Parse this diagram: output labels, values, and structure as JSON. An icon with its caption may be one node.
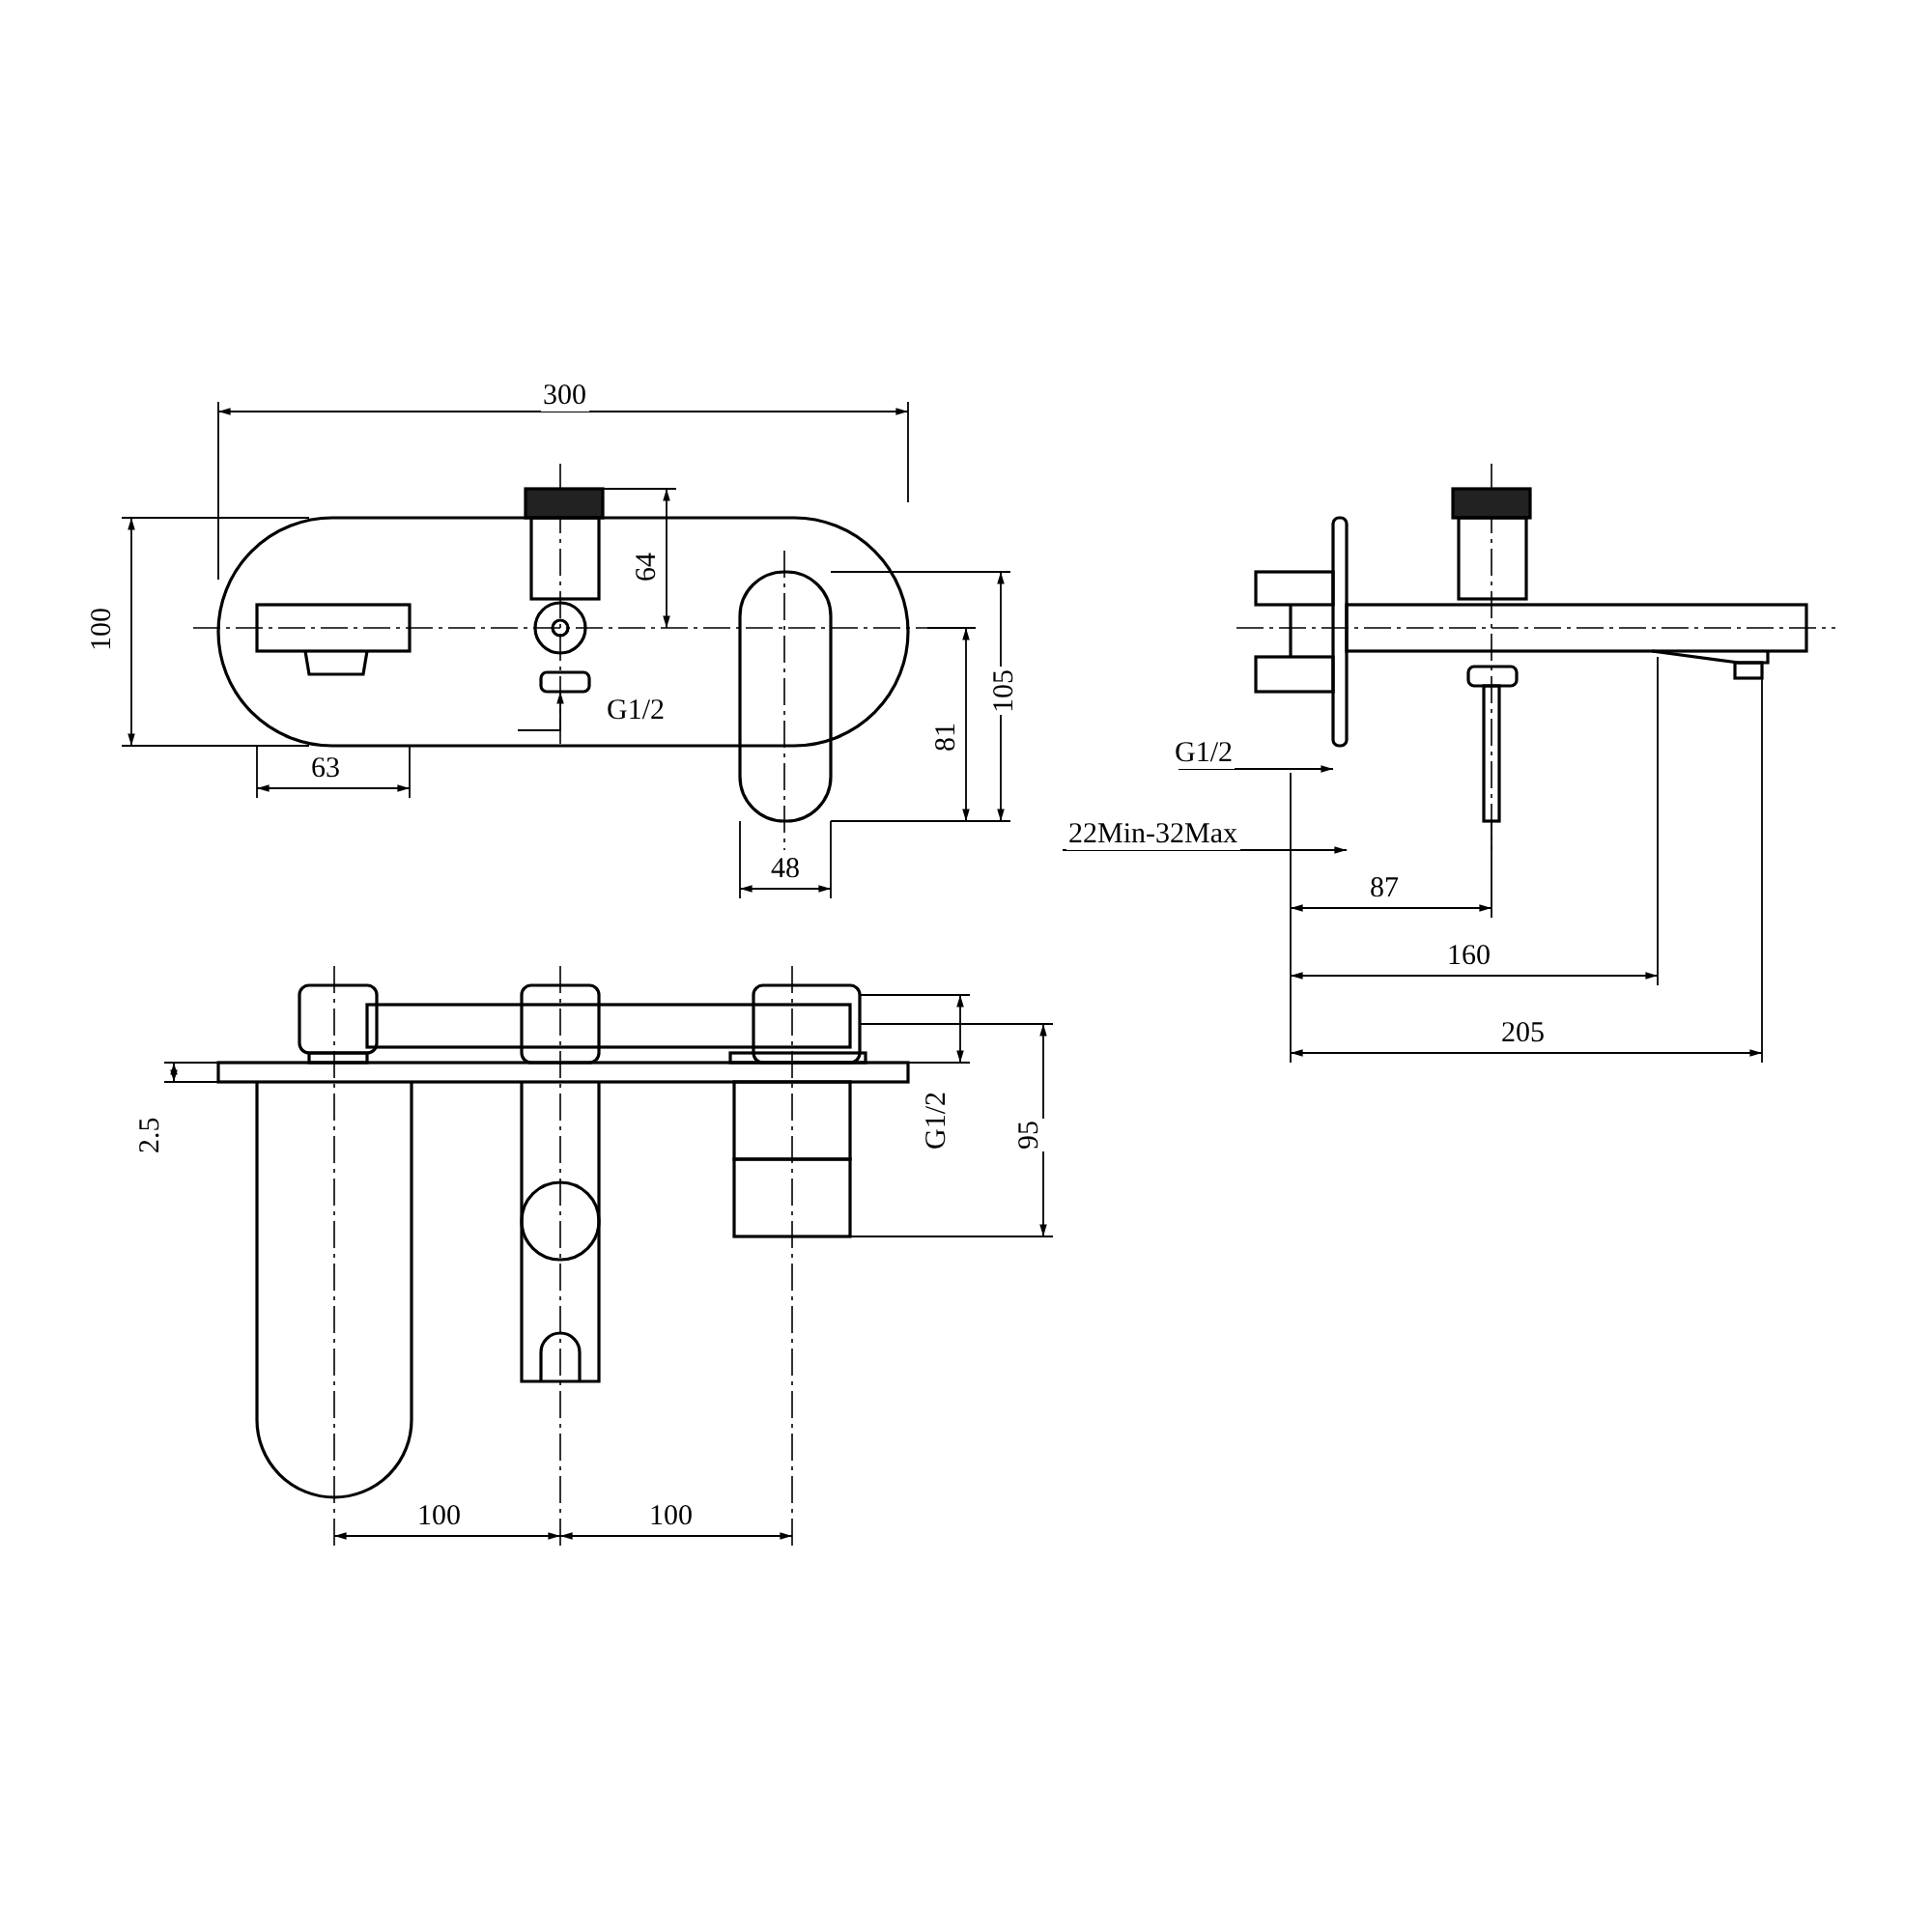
{
  "diagram": {
    "labels": [
      "300",
      "100",
      "64",
      "105",
      "81",
      "G1/2",
      "63",
      "48",
      "G1/2",
      "22Min-32Max",
      "87",
      "160",
      "205",
      "2.5",
      "G1/2",
      "95",
      "100",
      "100"
    ]
  }
}
